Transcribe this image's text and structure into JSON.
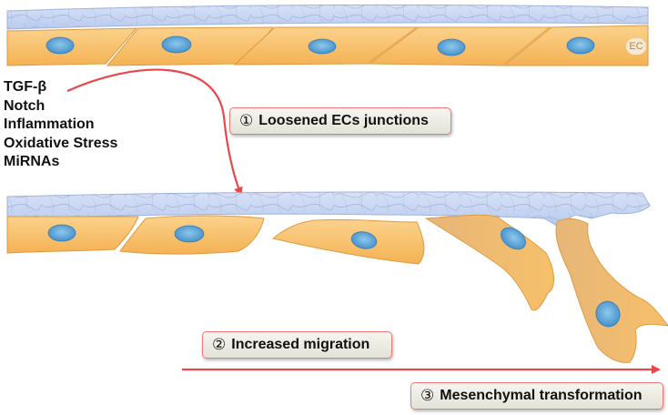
{
  "stimuli": [
    "TGF-β",
    "Notch",
    "Inflammation",
    "Oxidative Stress",
    "MiRNAs"
  ],
  "steps": [
    {
      "num": "①",
      "label": "Loosened ECs junctions"
    },
    {
      "num": "②",
      "label": "Increased migration"
    },
    {
      "num": "③",
      "label": "Mesenchymal transformation"
    }
  ],
  "cell_label": "EC",
  "colors": {
    "cell_fill": "#f8be68",
    "cell_edge": "#e2a24a",
    "nucleus": "#5fa6d8",
    "basement_membrane": "#c8d7f3",
    "arrow": "#e8474b"
  }
}
